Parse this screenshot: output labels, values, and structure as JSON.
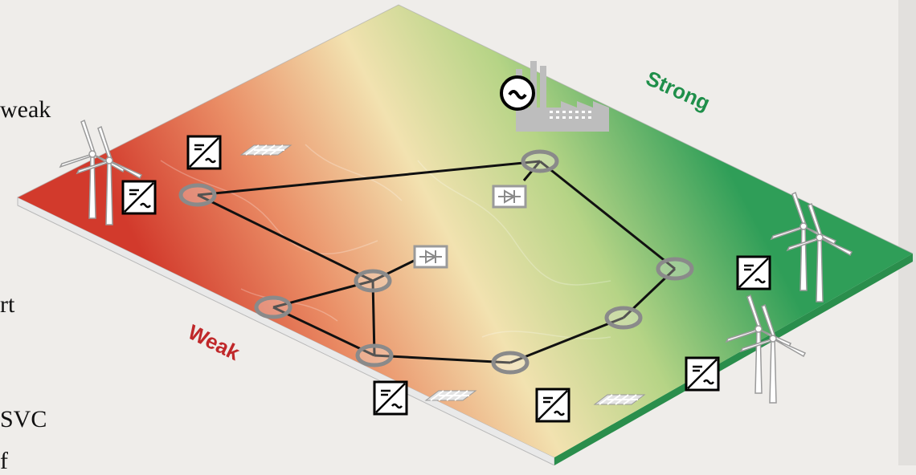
{
  "left_text_fragments": [
    "weak",
    "rt",
    "SVC",
    "f"
  ],
  "zone_labels": {
    "strong": "Strong",
    "weak": "Weak"
  },
  "colors": {
    "strong": "#1f8f4a",
    "weak": "#c0282a",
    "line": "#111111",
    "bus": "#8a8a8a",
    "device_box": "#9a9a9a"
  },
  "icons": {
    "generator": "synchronous-generator-factory-icon",
    "inverter": "inverter-dc-ac-icon",
    "solar": "solar-panel-icon",
    "wind": "wind-turbine-icon",
    "diode": "hvdc-diode-icon"
  }
}
